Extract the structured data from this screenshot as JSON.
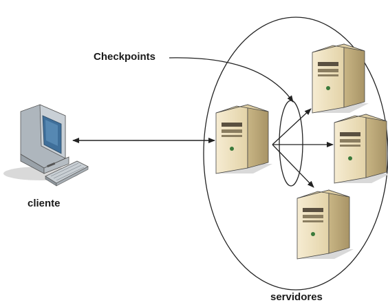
{
  "labels": {
    "checkpoints": "Checkpoints",
    "client": "cliente",
    "servers": "servidores"
  },
  "colors": {
    "line": "#222222",
    "tower_front": "#efe3c2",
    "tower_side": "#cdbb8f",
    "tower_top": "#dccca2",
    "tower_shadow": "#d8d8d8",
    "monitor_body": "#bfc6cc",
    "screen": "#3f6f9a"
  },
  "icons": {
    "client": "desktop-computer-icon",
    "server": "server-tower-icon"
  }
}
